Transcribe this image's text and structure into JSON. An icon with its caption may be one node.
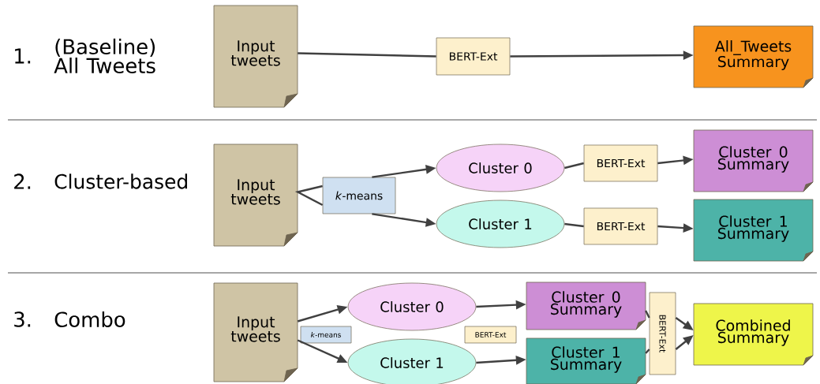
{
  "diagram": {
    "nodes": [
      {
        "text": [
          "Input tweets"
        ]
      },
      {
        "text": [
          "BERT-Ext"
        ]
      },
      {
        "text": [
          "All_Tweets Summary"
        ]
      },
      {
        "text": [
          "Input tweets"
        ]
      },
      {
        "text": [
          "*k*-means"
        ]
      },
      {
        "text": [
          "Cluster 0"
        ]
      },
      {
        "text": [
          "Cluster 1"
        ]
      },
      {
        "text": [
          "BERT-Ext"
        ]
      },
      {
        "text": [
          "BERT-Ext"
        ]
      },
      {
        "text": [
          "Cluster 0 Summary"
        ]
      },
      {
        "text": [
          "Cluster 1 Summary"
        ]
      },
      {
        "text": [
          "Input tweets"
        ]
      },
      {
        "text": [
          "*k*-means"
        ]
      },
      {
        "text": [
          "Cluster 0"
        ]
      },
      {
        "text": [
          "Cluster 1"
        ]
      },
      {
        "text": [
          "BERT-Ext"
        ]
      },
      {
        "text": [
          "Cluster 0 Summary"
        ]
      },
      {
        "text": [
          "Cluster 1 Summary"
        ]
      },
      {
        "text": [
          "BERT-Ext"
        ]
      },
      {
        "text": [
          "Combined Summary"
        ]
      }
    ],
    "edges": [
      {
        "from": 0,
        "to": 1,
        "arrow": "none"
      },
      {
        "from": 1,
        "to": 2,
        "arrow": "to"
      },
      {
        "from": 3,
        "to": 4,
        "arrow": "none"
      },
      {
        "from": 4,
        "to": 5,
        "arrow": "to"
      },
      {
        "from": 4,
        "to": 6,
        "arrow": "to"
      },
      {
        "from": 5,
        "to": 7,
        "arrow": "none"
      },
      {
        "from": 7,
        "to": 9,
        "arrow": "to"
      },
      {
        "from": 6,
        "to": 8,
        "arrow": "none"
      },
      {
        "from": 8,
        "to": 10,
        "arrow": "to"
      },
      {
        "from": 11,
        "to": 13,
        "arrow": "to"
      },
      {
        "from": 11,
        "to": 14,
        "arrow": "to"
      },
      {
        "from": 13,
        "to": 16,
        "arrow": "to"
      },
      {
        "from": 14,
        "to": 17,
        "arrow": "to"
      },
      {
        "from": 16,
        "to": 18,
        "arrow": "none"
      },
      {
        "from": 17,
        "to": 18,
        "arrow": "none"
      },
      {
        "from": 18,
        "to": 19,
        "arrow": "to"
      },
      {
        "from": 18,
        "to": 19,
        "arrow": "to"
      }
    ],
    "labels": [
      "1.",
      "(Baseline) All Tweets",
      "2.",
      "Cluster-based",
      "3.",
      "Combo"
    ]
  }
}
